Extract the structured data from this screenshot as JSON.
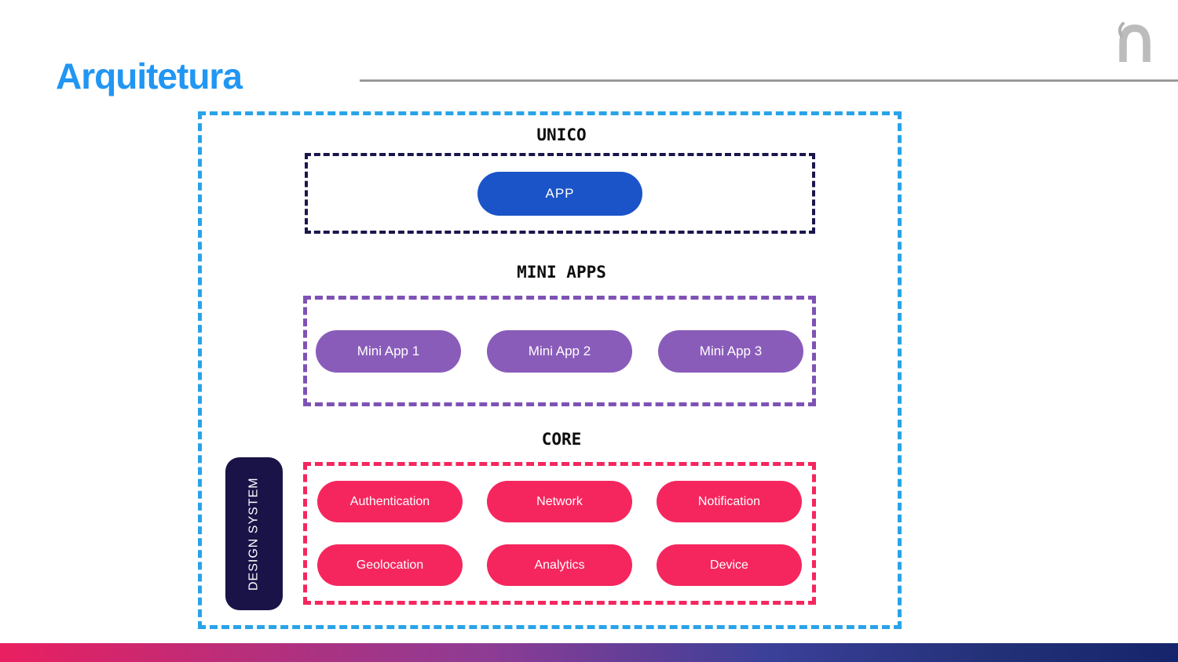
{
  "header": {
    "title": "Arquitetura"
  },
  "diagram": {
    "unico": {
      "label": "UNICO",
      "app": "APP"
    },
    "mini_apps": {
      "label": "MINI APPS",
      "items": [
        "Mini App 1",
        "Mini App 2",
        "Mini App 3"
      ]
    },
    "core": {
      "label": "CORE",
      "items": [
        "Authentication",
        "Network",
        "Notification",
        "Geolocation",
        "Analytics",
        "Device"
      ]
    },
    "design_system": {
      "label": "DESIGN SYSTEM"
    }
  },
  "icons": {
    "brand_logo": "unico-n-logo"
  },
  "colors": {
    "title_blue": "#2196f3",
    "outer_dash_blue": "#29a3e8",
    "navy_dash": "#1a164c",
    "app_button_blue": "#1b54c8",
    "mini_app_purple": "#8a5cba",
    "purple_dash": "#7e52b5",
    "core_pink": "#f5265e",
    "design_system_navy": "#1a1347",
    "footer_gradient_start": "#ea1f60",
    "footer_gradient_mid": "#8c3c95",
    "footer_gradient_end": "#16246b"
  }
}
